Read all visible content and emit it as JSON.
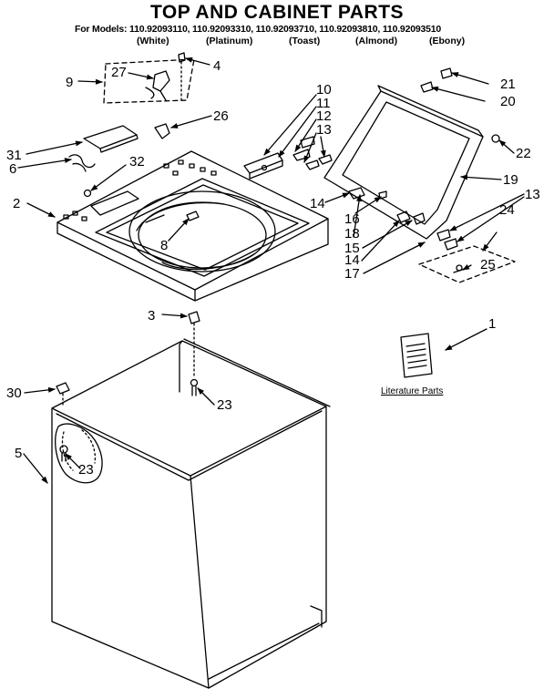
{
  "title": "TOP AND CABINET PARTS",
  "models_line": "For Models: 110.92093110, 110.92093310, 110.92093710, 110.92093810, 110.92093510",
  "variants": [
    "(White)",
    "(Platinum)",
    "(Toast)",
    "(Almond)",
    "(Ebony)"
  ],
  "literature_label": "Literature Parts",
  "callouts": {
    "c1": "1",
    "c2": "2",
    "c3": "3",
    "c4": "4",
    "c5": "5",
    "c6": "6",
    "c8": "8",
    "c9": "9",
    "c10": "10",
    "c11": "11",
    "c12": "12",
    "c13a": "13",
    "c13b": "13",
    "c14a": "14",
    "c14b": "14",
    "c15": "15",
    "c16": "16",
    "c17": "17",
    "c18": "18",
    "c19": "19",
    "c20": "20",
    "c21": "21",
    "c22": "22",
    "c23a": "23",
    "c23b": "23",
    "c24": "24",
    "c25": "25",
    "c26": "26",
    "c27": "27",
    "c30": "30",
    "c31": "31",
    "c32": "32"
  },
  "colors": {
    "line": "#000000",
    "background": "#ffffff"
  }
}
